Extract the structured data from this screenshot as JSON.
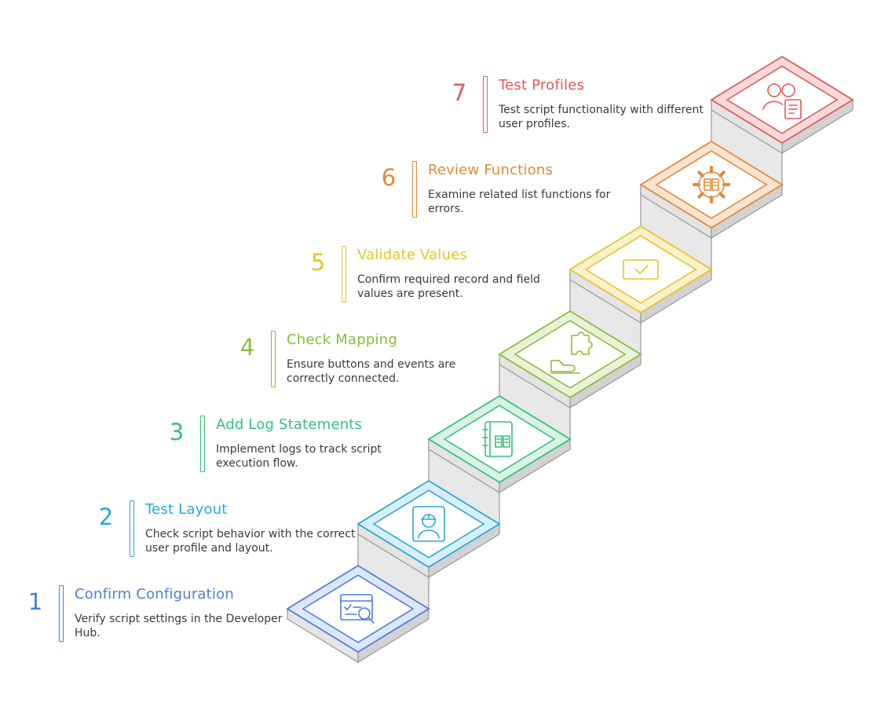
{
  "steps": [
    {
      "number": "1",
      "title": "Confirm Configuration",
      "description": "Verify script settings in the Developer Hub.",
      "color": "#4a7fe0",
      "fill": "#dde7fb",
      "icon": "window-search-icon"
    },
    {
      "number": "2",
      "title": "Test Layout",
      "description": "Check script behavior with the correct user profile and layout.",
      "color": "#28a8d8",
      "fill": "#d6eff9",
      "icon": "worker-badge-icon"
    },
    {
      "number": "3",
      "title": "Add Log Statements",
      "description": "Implement logs to track script execution flow.",
      "color": "#36c07a",
      "fill": "#d8f3e4",
      "icon": "notebook-icon"
    },
    {
      "number": "4",
      "title": "Check Mapping",
      "description": "Ensure buttons and events are correctly connected.",
      "color": "#8cbc3c",
      "fill": "#e8f2d6",
      "icon": "puzzle-hand-icon"
    },
    {
      "number": "5",
      "title": "Validate Values",
      "description": "Confirm required record and field values are present.",
      "color": "#e2c62a",
      "fill": "#f8f1cc",
      "icon": "checkbox-icon"
    },
    {
      "number": "6",
      "title": "Review Functions",
      "description": "Examine related list functions for errors.",
      "color": "#e08a3a",
      "fill": "#fae3cf",
      "icon": "gear-book-icon"
    },
    {
      "number": "7",
      "title": "Test Profiles",
      "description": "Test script functionality with different user profiles.",
      "color": "#e05a5a",
      "fill": "#fad9d9",
      "icon": "users-document-icon"
    }
  ]
}
